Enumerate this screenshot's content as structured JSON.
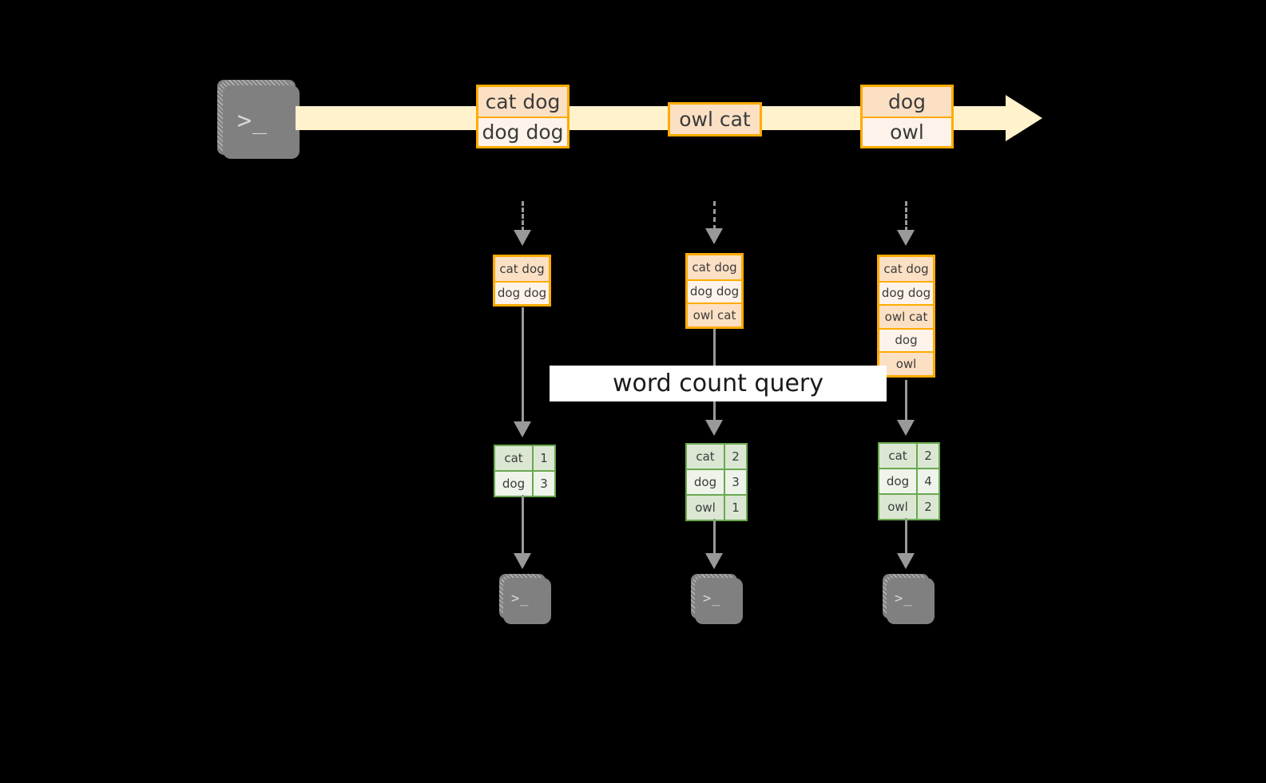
{
  "diagram": {
    "background_color": "#000000",
    "stream": {
      "source_icon": "terminal-icon",
      "band_color": "#FFF2CC",
      "events": [
        {
          "id": "event-1",
          "lines": [
            "cat dog",
            "dog dog"
          ]
        },
        {
          "id": "event-2",
          "lines": [
            "owl cat"
          ]
        },
        {
          "id": "event-3",
          "lines": [
            "dog",
            "owl"
          ]
        }
      ]
    },
    "query_label": "word count query",
    "colors": {
      "event_border": "#FFAB00",
      "event_fill_dark": "#FCE0C4",
      "event_fill_light": "#FDF3EA",
      "table_border": "#6AA84F",
      "table_fill_dark": "#DBE7D3",
      "table_fill_light": "#EEF4EA",
      "connector": "#999999",
      "terminal_fill": "#808080",
      "stream_band": "#FFF2CC",
      "query_band": "#FFFFFF"
    },
    "columns": [
      {
        "id": "column-1",
        "batch_rows": [
          "cat dog",
          "dog dog"
        ],
        "result_rows": [
          {
            "word": "cat",
            "count": "1"
          },
          {
            "word": "dog",
            "count": "3"
          }
        ],
        "sink_icon": "terminal-icon"
      },
      {
        "id": "column-2",
        "batch_rows": [
          "cat dog",
          "dog dog",
          "owl cat"
        ],
        "result_rows": [
          {
            "word": "cat",
            "count": "2"
          },
          {
            "word": "dog",
            "count": "3"
          },
          {
            "word": "owl",
            "count": "1"
          }
        ],
        "sink_icon": "terminal-icon"
      },
      {
        "id": "column-3",
        "batch_rows": [
          "cat dog",
          "dog dog",
          "owl cat",
          "dog",
          "owl"
        ],
        "result_rows": [
          {
            "word": "cat",
            "count": "2"
          },
          {
            "word": "dog",
            "count": "4"
          },
          {
            "word": "owl",
            "count": "2"
          }
        ],
        "sink_icon": "terminal-icon"
      }
    ],
    "terminal_glyph": ">_"
  }
}
